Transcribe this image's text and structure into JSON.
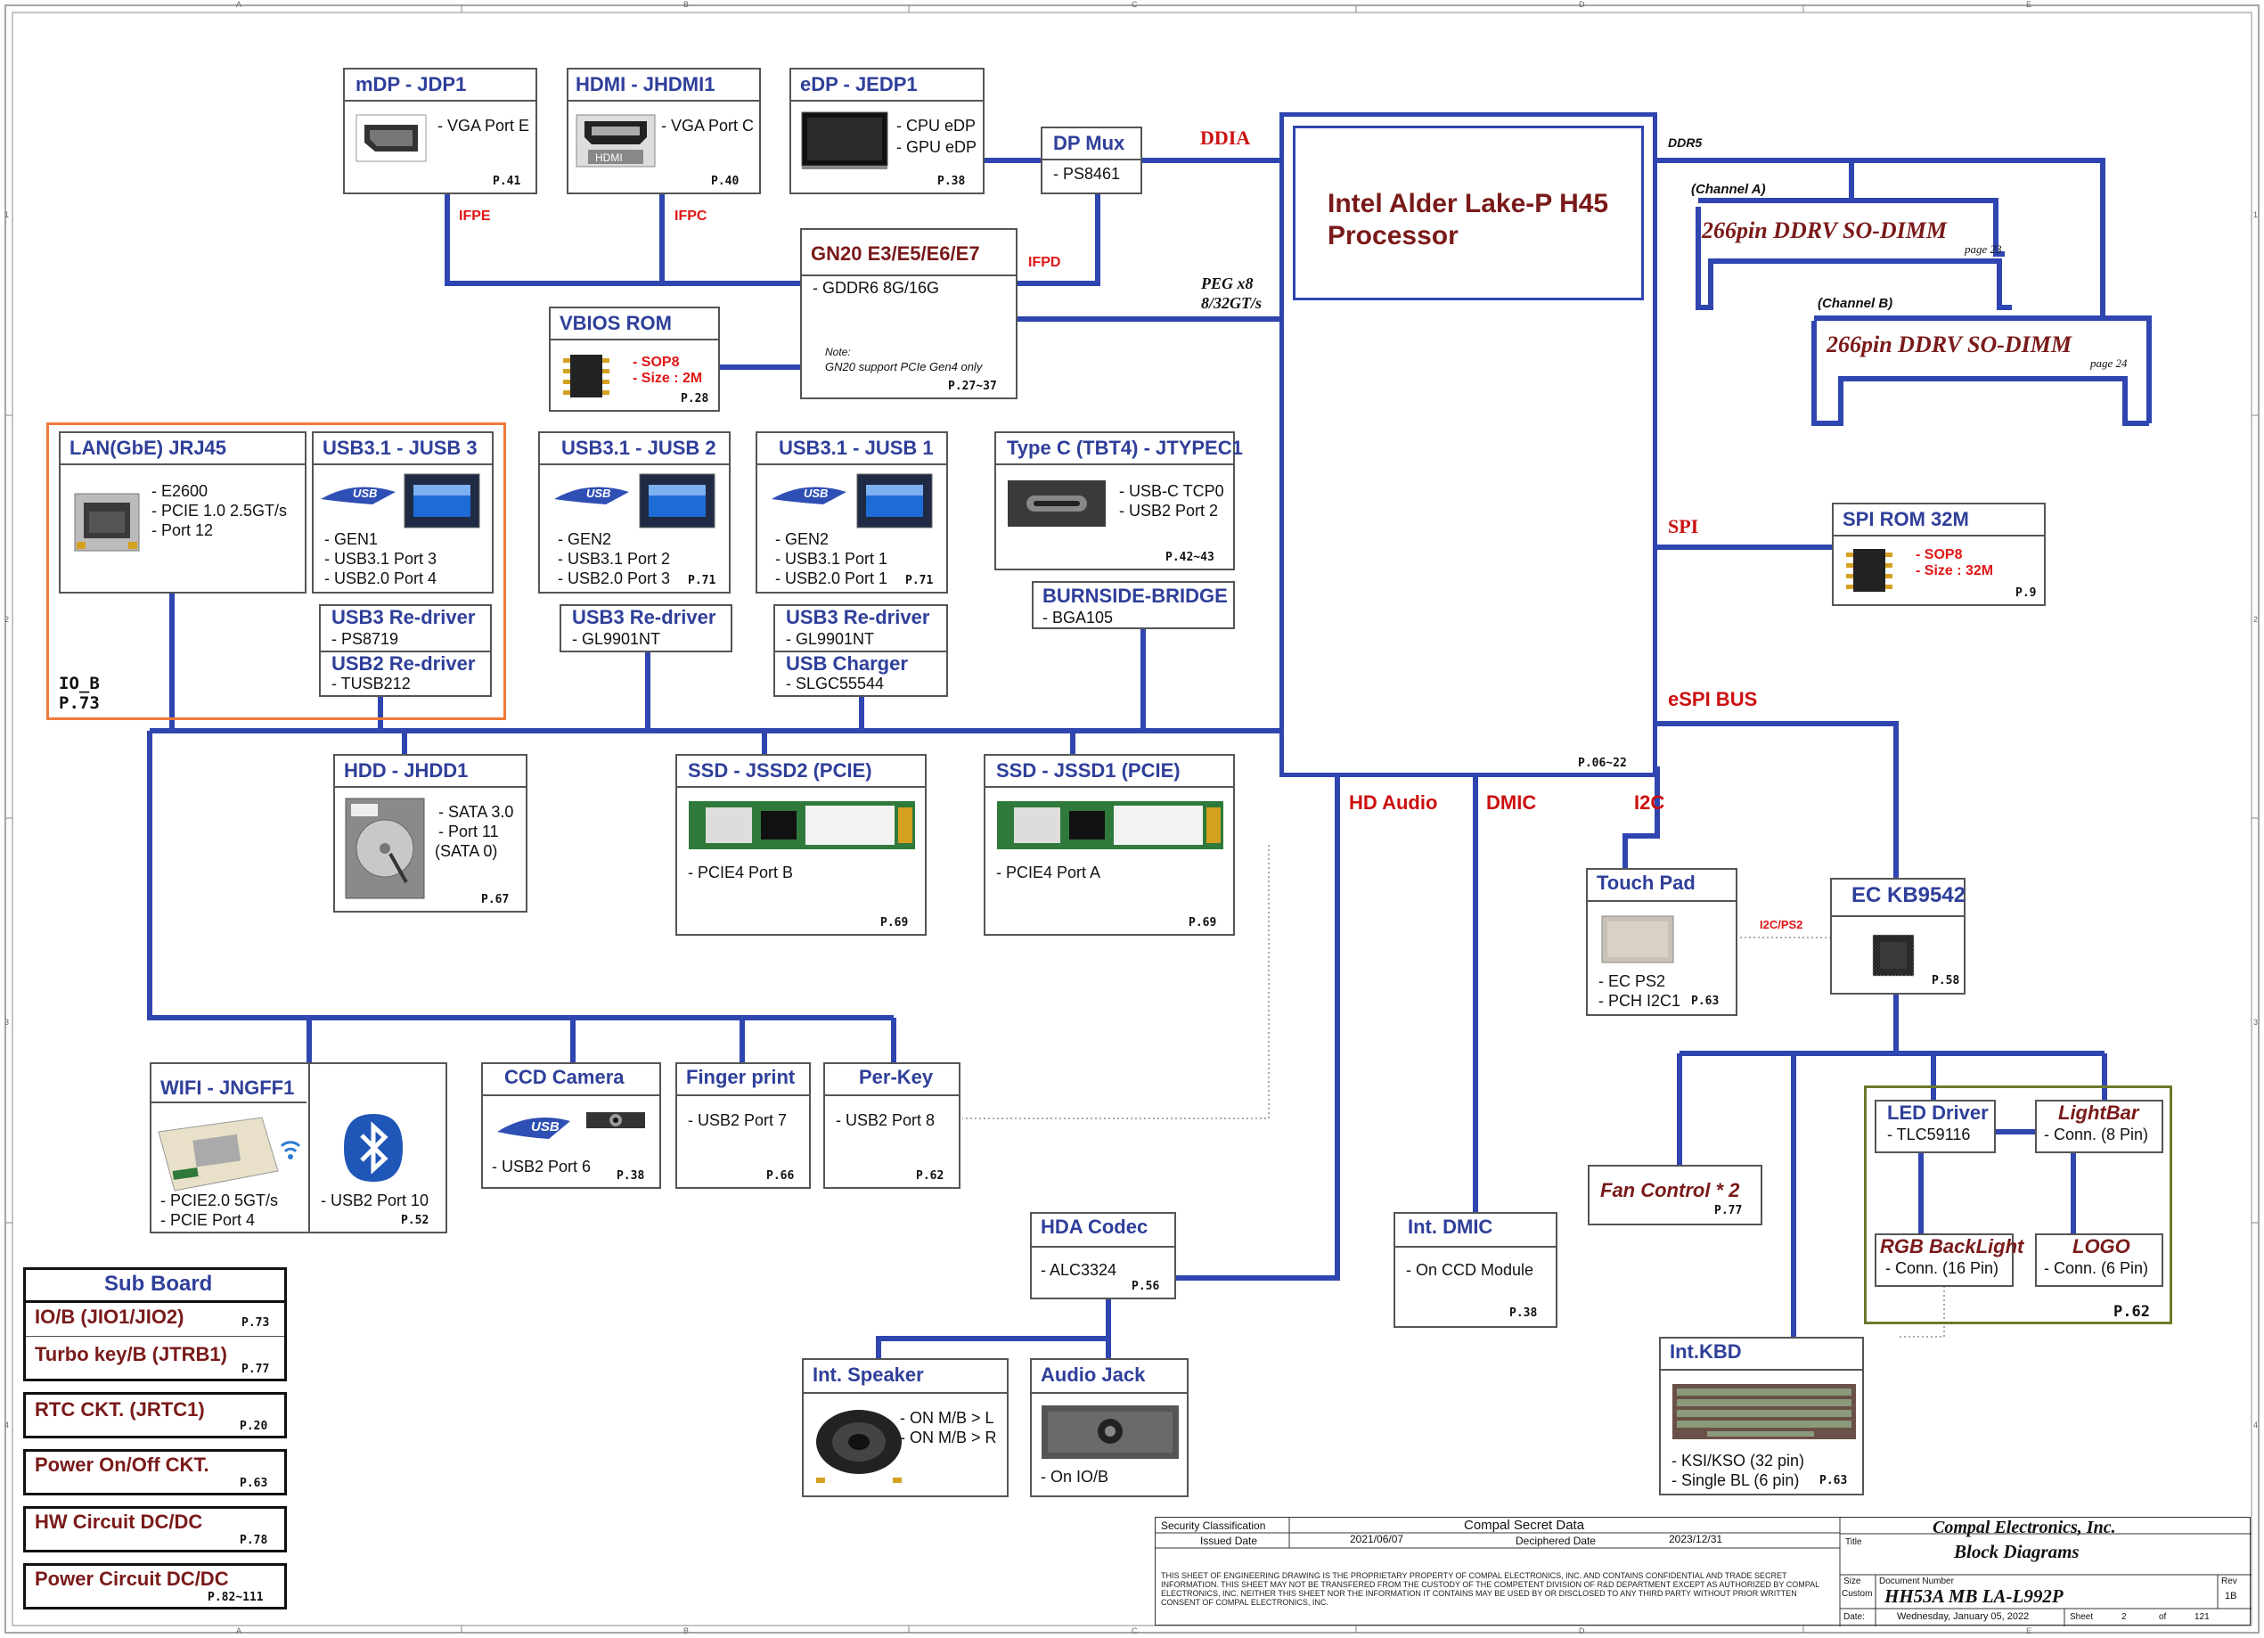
{
  "border_letters": [
    "A",
    "B",
    "C",
    "D",
    "E"
  ],
  "border_numbers": [
    "1",
    "2",
    "3",
    "4"
  ],
  "cpu": {
    "title": "Intel Alder Lake-P H45 Processor",
    "page": "P.06~22"
  },
  "buses": {
    "ddia": "DDIA",
    "peg": "PEG  x8",
    "peg2": "8/32GT/s",
    "ddr5": "DDR5",
    "spi": "SPI",
    "espi": "eSPI BUS",
    "hd_audio": "HD Audio",
    "dmic": "DMIC",
    "i2c": "I2C",
    "ifpe": "IFPE",
    "ifpc": "IFPC",
    "ifpd": "IFPD",
    "i2c_ps2": "I2C/PS2"
  },
  "dimms": [
    {
      "channel": "(Channel A)",
      "title": "266pin DDRV SO-DIMM",
      "page": "page 23"
    },
    {
      "channel": "(Channel B)",
      "title": "266pin DDRV SO-DIMM",
      "page": "page 24"
    }
  ],
  "mdp": {
    "title": "mDP - JDP1",
    "lines": [
      "- VGA Port E"
    ],
    "page": "P.41"
  },
  "hdmi": {
    "title": "HDMI - JHDMI1",
    "lines": [
      "- VGA Port C"
    ],
    "page": "P.40",
    "logo": "HDMI"
  },
  "edp": {
    "title": "eDP - JEDP1",
    "lines": [
      "- CPU eDP",
      "- GPU eDP"
    ],
    "page": "P.38"
  },
  "dpmux": {
    "title": "DP Mux",
    "lines": [
      "- PS8461"
    ]
  },
  "gpu": {
    "title": "GN20 E3/E5/E6/E7",
    "lines": [
      "- GDDR6 8G/16G"
    ],
    "note1": "Note:",
    "note2": "GN20 support PCIe Gen4 only",
    "page": "P.27~37"
  },
  "vbios": {
    "title": "VBIOS ROM",
    "spec1": "- SOP8",
    "spec2": "- Size : 2M",
    "page": "P.28"
  },
  "spirom": {
    "title": "SPI ROM 32M",
    "spec1": "- SOP8",
    "spec2": "- Size : 32M",
    "page": "P.9"
  },
  "iob_label": "IO_B",
  "iob_page": "P.73",
  "lan": {
    "title": "LAN(GbE) JRJ45",
    "lines": [
      "- E2600",
      "- PCIE 1.0 2.5GT/s",
      "- Port 12"
    ]
  },
  "usb3": {
    "title": "USB3.1 - JUSB 3",
    "lines": [
      "- GEN1",
      "- USB3.1 Port 3",
      "- USB2.0 Port 4"
    ]
  },
  "usb2": {
    "title": "USB3.1 - JUSB 2",
    "lines": [
      "- GEN2",
      "- USB3.1 Port 2",
      "- USB2.0 Port 3"
    ],
    "page": "P.71"
  },
  "usb1": {
    "title": "USB3.1 - JUSB 1",
    "lines": [
      "- GEN2",
      "- USB3.1 Port 1",
      "- USB2.0 Port 1"
    ],
    "page": "P.71"
  },
  "typec": {
    "title": "Type C (TBT4) - JTYPEC1",
    "lines": [
      "- USB-C TCP0",
      "- USB2 Port 2"
    ],
    "page": "P.42~43"
  },
  "burnside": {
    "title": "BURNSIDE-BRIDGE",
    "lines": [
      "- BGA105"
    ]
  },
  "redriver3": {
    "title": "USB3 Re-driver",
    "lines": [
      "- PS8719"
    ]
  },
  "redriver2": {
    "title": "USB2 Re-driver",
    "lines": [
      "- TUSB212"
    ]
  },
  "redriver3b": {
    "title": "USB3 Re-driver",
    "lines": [
      "- GL9901NT"
    ]
  },
  "redriver3c": {
    "title": "USB3 Re-driver",
    "lines": [
      "- GL9901NT"
    ]
  },
  "charger": {
    "title": "USB Charger",
    "lines": [
      "- SLGC55544"
    ]
  },
  "usb_logo": "USB",
  "hdd": {
    "title": "HDD - JHDD1",
    "lines": [
      "- SATA 3.0",
      "- Port 11",
      "(SATA 0)"
    ],
    "page": "P.67"
  },
  "ssd2": {
    "title": "SSD - JSSD2 (PCIE)",
    "lines": [
      "- PCIE4 Port B"
    ],
    "page": "P.69"
  },
  "ssd1": {
    "title": "SSD - JSSD1 (PCIE)",
    "lines": [
      "- PCIE4 Port A"
    ],
    "page": "P.69"
  },
  "wifi": {
    "title": "WIFI - JNGFF1",
    "lines": [
      "- PCIE2.0  5GT/s",
      "- PCIE Port 4"
    ],
    "bt_line": "- USB2 Port 10",
    "page": "P.52"
  },
  "ccd": {
    "title": "CCD Camera",
    "lines": [
      "- USB2 Port 6"
    ],
    "page": "P.38"
  },
  "finger": {
    "title": "Finger print",
    "lines": [
      "- USB2 Port 7"
    ],
    "page": "P.66"
  },
  "perkey": {
    "title": "Per-Key",
    "lines": [
      "- USB2 Port 8"
    ],
    "page": "P.62"
  },
  "touchpad": {
    "title": "Touch Pad",
    "lines": [
      "- EC PS2",
      "- PCH I2C1"
    ],
    "page": "P.63"
  },
  "ec": {
    "title": "EC KB9542",
    "page": "P.58"
  },
  "led": {
    "title": "LED Driver",
    "lines": [
      "- TLC59116"
    ]
  },
  "lightbar": {
    "title": "LightBar",
    "lines": [
      "- Conn. (8 Pin)"
    ]
  },
  "rgb": {
    "title": "RGB BackLight",
    "lines": [
      "- Conn. (16 Pin)"
    ]
  },
  "logo": {
    "title": "LOGO",
    "lines": [
      "- Conn. (6 Pin)"
    ]
  },
  "led_group_page": "P.62",
  "fan": {
    "title": "Fan Control * 2",
    "page": "P.77"
  },
  "kbd": {
    "title": "Int.KBD",
    "lines": [
      "- KSI/KSO (32 pin)",
      "- Single BL (6 pin)"
    ],
    "page": "P.63"
  },
  "hda": {
    "title": "HDA Codec",
    "lines": [
      "- ALC3324"
    ],
    "page": "P.56"
  },
  "dmic_box": {
    "title": "Int. DMIC",
    "lines": [
      "- On CCD Module"
    ],
    "page": "P.38"
  },
  "speaker": {
    "title": "Int. Speaker",
    "lines": [
      "- ON M/B > L",
      "- ON M/B > R"
    ]
  },
  "audiojack": {
    "title": "Audio Jack",
    "lines": [
      "- On IO/B"
    ]
  },
  "subboard": {
    "title": "Sub Board",
    "items": [
      {
        "label": "IO/B (JIO1/JIO2)",
        "page": "P.73"
      },
      {
        "label": "Turbo key/B (JTRB1)",
        "page": "P.77"
      }
    ]
  },
  "side_boxes": [
    {
      "label": "RTC CKT. (JRTC1)",
      "page": "P.20"
    },
    {
      "label": "Power On/Off CKT.",
      "page": "P.63"
    },
    {
      "label": "HW Circuit DC/DC",
      "page": "P.78"
    },
    {
      "label": "Power Circuit DC/DC",
      "page": "P.82~111"
    }
  ],
  "titleblock": {
    "security_label": "Security Classification",
    "security_value": "Compal Secret Data",
    "issued_label": "Issued Date",
    "issued_value": "2021/06/07",
    "deciphered_label": "Deciphered Date",
    "deciphered_value": "2023/12/31",
    "company": "Compal Electronics, Inc.",
    "title_label": "Title",
    "title_value": "Block Diagrams",
    "size_label": "Size",
    "custom_label": "Custom",
    "docnum_label": "Document Number",
    "docnum_value": "HH53A MB LA-L992P",
    "rev_label": "Rev",
    "rev_value": "1B",
    "date_label": "Date:",
    "date_value": "Wednesday, January 05, 2022",
    "sheet_label": "Sheet",
    "sheet_value": "2",
    "of_label": "of",
    "total": "121",
    "disclaimer": "THIS SHEET OF ENGINEERING DRAWING IS THE PROPRIETARY PROPERTY OF COMPAL ELECTRONICS, INC. AND CONTAINS CONFIDENTIAL AND TRADE SECRET INFORMATION. THIS SHEET MAY NOT BE TRANSFERED FROM THE CUSTODY OF THE COMPETENT DIVISION OF R&D DEPARTMENT EXCEPT AS AUTHORIZED BY COMPAL ELECTRONICS, INC. NEITHER THIS SHEET NOR THE INFORMATION IT CONTAINS MAY BE USED BY OR DISCLOSED TO ANY THIRD PARTY WITHOUT PRIOR WRITTEN CONSENT OF COMPAL ELECTRONICS, INC."
  },
  "colors": {
    "bus": "#2f45b0",
    "title": "#2f3f9a",
    "dark_title": "#7a1a1a",
    "label_red": "#e01616",
    "io_border": "#ef7a3a",
    "led_border": "#6b7a2a"
  }
}
